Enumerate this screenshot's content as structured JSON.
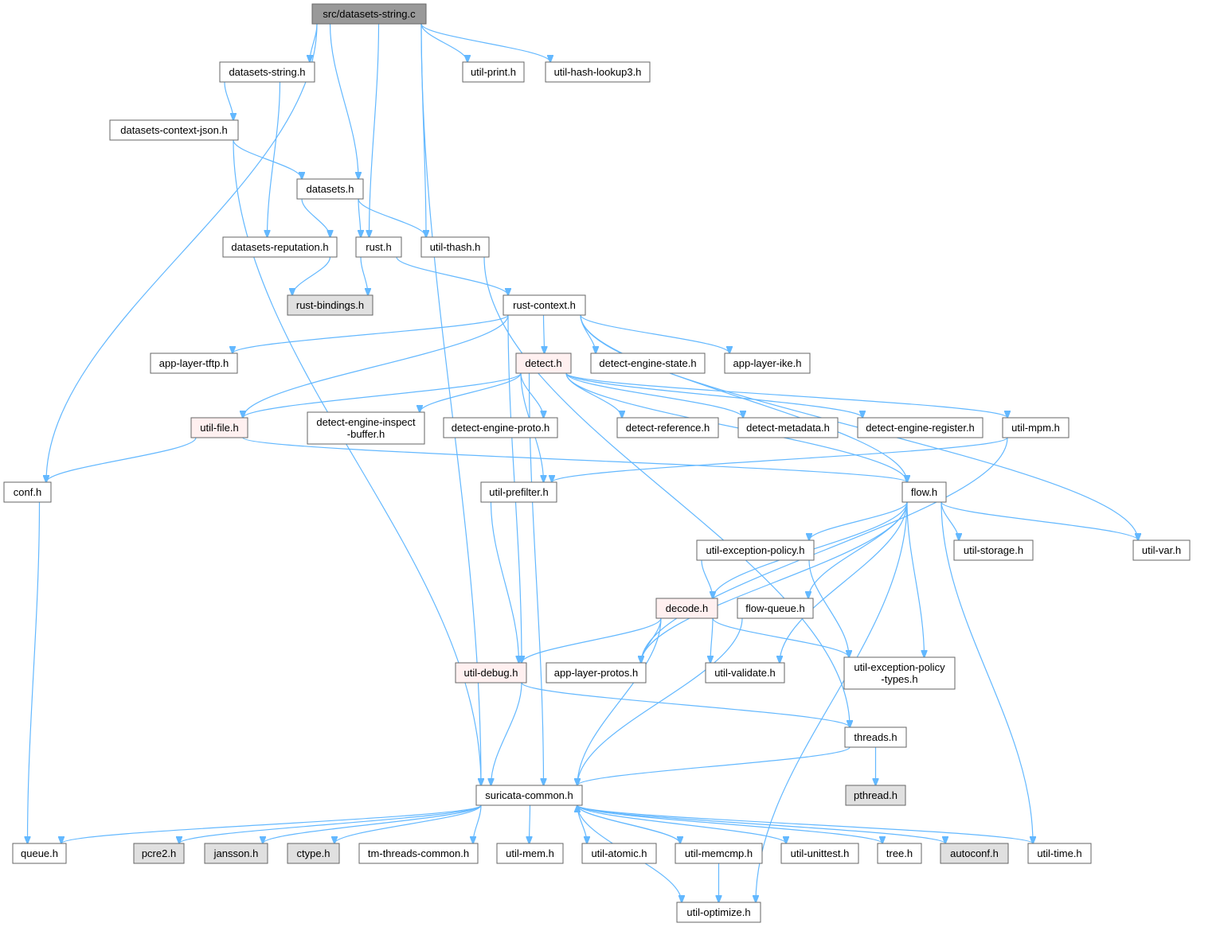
{
  "diagram": {
    "colors": {
      "edge": "#63b8ff",
      "node_fill": "#ffffff",
      "node_border": "#666666",
      "root_fill": "#999999",
      "external_fill": "#e0e0e0",
      "highlight_fill": "#fff0f0",
      "highlight_border": "#ff0000"
    },
    "nodes": [
      {
        "id": "root",
        "label": "src/datasets-string.c",
        "style": "root"
      },
      {
        "id": "dsh",
        "label": "datasets-string.h",
        "style": "normal"
      },
      {
        "id": "uprint",
        "label": "util-print.h",
        "style": "normal"
      },
      {
        "id": "uhash",
        "label": "util-hash-lookup3.h",
        "style": "normal"
      },
      {
        "id": "dcj",
        "label": "datasets-context-json.h",
        "style": "normal"
      },
      {
        "id": "ds",
        "label": "datasets.h",
        "style": "normal"
      },
      {
        "id": "drep",
        "label": "datasets-reputation.h",
        "style": "normal"
      },
      {
        "id": "rust",
        "label": "rust.h",
        "style": "normal"
      },
      {
        "id": "uthash",
        "label": "util-thash.h",
        "style": "normal"
      },
      {
        "id": "rb",
        "label": "rust-bindings.h",
        "style": "external"
      },
      {
        "id": "rc",
        "label": "rust-context.h",
        "style": "normal"
      },
      {
        "id": "tftp",
        "label": "app-layer-tftp.h",
        "style": "normal"
      },
      {
        "id": "detect",
        "label": "detect.h",
        "style": "highlight"
      },
      {
        "id": "des",
        "label": "detect-engine-state.h",
        "style": "normal"
      },
      {
        "id": "ike",
        "label": "app-layer-ike.h",
        "style": "normal"
      },
      {
        "id": "ufile",
        "label": "util-file.h",
        "style": "highlight"
      },
      {
        "id": "deib",
        "label": "detect-engine-inspect\n-buffer.h",
        "style": "normal"
      },
      {
        "id": "dep",
        "label": "detect-engine-proto.h",
        "style": "normal"
      },
      {
        "id": "dref",
        "label": "detect-reference.h",
        "style": "normal"
      },
      {
        "id": "dmeta",
        "label": "detect-metadata.h",
        "style": "normal"
      },
      {
        "id": "dreg",
        "label": "detect-engine-register.h",
        "style": "normal"
      },
      {
        "id": "umpm",
        "label": "util-mpm.h",
        "style": "normal"
      },
      {
        "id": "conf",
        "label": "conf.h",
        "style": "normal"
      },
      {
        "id": "upre",
        "label": "util-prefilter.h",
        "style": "normal"
      },
      {
        "id": "flow",
        "label": "flow.h",
        "style": "normal"
      },
      {
        "id": "uexp",
        "label": "util-exception-policy.h",
        "style": "normal"
      },
      {
        "id": "ustor",
        "label": "util-storage.h",
        "style": "normal"
      },
      {
        "id": "uvar",
        "label": "util-var.h",
        "style": "normal"
      },
      {
        "id": "decode",
        "label": "decode.h",
        "style": "highlight"
      },
      {
        "id": "fq",
        "label": "flow-queue.h",
        "style": "normal"
      },
      {
        "id": "udebug",
        "label": "util-debug.h",
        "style": "highlight"
      },
      {
        "id": "alp",
        "label": "app-layer-protos.h",
        "style": "normal"
      },
      {
        "id": "uval",
        "label": "util-validate.h",
        "style": "normal"
      },
      {
        "id": "uept",
        "label": "util-exception-policy\n-types.h",
        "style": "normal"
      },
      {
        "id": "threads",
        "label": "threads.h",
        "style": "normal"
      },
      {
        "id": "pthread",
        "label": "pthread.h",
        "style": "external"
      },
      {
        "id": "sc",
        "label": "suricata-common.h",
        "style": "normal"
      },
      {
        "id": "queue",
        "label": "queue.h",
        "style": "normal"
      },
      {
        "id": "pcre2",
        "label": "pcre2.h",
        "style": "external"
      },
      {
        "id": "jansson",
        "label": "jansson.h",
        "style": "external"
      },
      {
        "id": "ctype",
        "label": "ctype.h",
        "style": "external"
      },
      {
        "id": "tmtc",
        "label": "tm-threads-common.h",
        "style": "normal"
      },
      {
        "id": "umem",
        "label": "util-mem.h",
        "style": "normal"
      },
      {
        "id": "uatom",
        "label": "util-atomic.h",
        "style": "normal"
      },
      {
        "id": "umemcmp",
        "label": "util-memcmp.h",
        "style": "normal"
      },
      {
        "id": "uunit",
        "label": "util-unittest.h",
        "style": "normal"
      },
      {
        "id": "tree",
        "label": "tree.h",
        "style": "normal"
      },
      {
        "id": "autoconf",
        "label": "autoconf.h",
        "style": "external"
      },
      {
        "id": "utime",
        "label": "util-time.h",
        "style": "normal"
      },
      {
        "id": "uopt",
        "label": "util-optimize.h",
        "style": "normal"
      }
    ],
    "edges": [
      [
        "root",
        "dsh"
      ],
      [
        "root",
        "uprint"
      ],
      [
        "root",
        "uhash"
      ],
      [
        "root",
        "ds"
      ],
      [
        "root",
        "rust"
      ],
      [
        "root",
        "uthash"
      ],
      [
        "root",
        "conf"
      ],
      [
        "root",
        "sc"
      ],
      [
        "dsh",
        "dcj"
      ],
      [
        "dsh",
        "drep"
      ],
      [
        "dcj",
        "ds"
      ],
      [
        "dcj",
        "sc"
      ],
      [
        "ds",
        "drep"
      ],
      [
        "ds",
        "rust"
      ],
      [
        "ds",
        "uthash"
      ],
      [
        "drep",
        "rb"
      ],
      [
        "rust",
        "rb"
      ],
      [
        "rust",
        "rc"
      ],
      [
        "uthash",
        "threads"
      ],
      [
        "rc",
        "tftp"
      ],
      [
        "rc",
        "detect"
      ],
      [
        "rc",
        "des"
      ],
      [
        "rc",
        "ike"
      ],
      [
        "rc",
        "ufile"
      ],
      [
        "rc",
        "udebug"
      ],
      [
        "rc",
        "flow"
      ],
      [
        "rc",
        "uvar"
      ],
      [
        "detect",
        "ufile"
      ],
      [
        "detect",
        "deib"
      ],
      [
        "detect",
        "dep"
      ],
      [
        "detect",
        "dref"
      ],
      [
        "detect",
        "dmeta"
      ],
      [
        "detect",
        "dreg"
      ],
      [
        "detect",
        "umpm"
      ],
      [
        "detect",
        "upre"
      ],
      [
        "detect",
        "flow"
      ],
      [
        "detect",
        "sc"
      ],
      [
        "ufile",
        "conf"
      ],
      [
        "ufile",
        "flow"
      ],
      [
        "umpm",
        "upre"
      ],
      [
        "umpm",
        "alp"
      ],
      [
        "conf",
        "queue"
      ],
      [
        "upre",
        "udebug"
      ],
      [
        "flow",
        "uexp"
      ],
      [
        "flow",
        "ustor"
      ],
      [
        "flow",
        "uvar"
      ],
      [
        "flow",
        "decode"
      ],
      [
        "flow",
        "fq"
      ],
      [
        "flow",
        "uval"
      ],
      [
        "flow",
        "uept"
      ],
      [
        "flow",
        "utime"
      ],
      [
        "flow",
        "alp"
      ],
      [
        "flow",
        "uopt"
      ],
      [
        "uexp",
        "decode"
      ],
      [
        "uexp",
        "uept"
      ],
      [
        "decode",
        "udebug"
      ],
      [
        "decode",
        "alp"
      ],
      [
        "decode",
        "uval"
      ],
      [
        "decode",
        "uept"
      ],
      [
        "decode",
        "sc"
      ],
      [
        "fq",
        "sc"
      ],
      [
        "udebug",
        "threads"
      ],
      [
        "udebug",
        "sc"
      ],
      [
        "threads",
        "pthread"
      ],
      [
        "threads",
        "sc"
      ],
      [
        "sc",
        "queue"
      ],
      [
        "sc",
        "pcre2"
      ],
      [
        "sc",
        "jansson"
      ],
      [
        "sc",
        "ctype"
      ],
      [
        "sc",
        "tmtc"
      ],
      [
        "sc",
        "umem"
      ],
      [
        "sc",
        "uatom"
      ],
      [
        "sc",
        "umemcmp"
      ],
      [
        "sc",
        "uunit"
      ],
      [
        "sc",
        "tree"
      ],
      [
        "sc",
        "autoconf"
      ],
      [
        "sc",
        "utime"
      ],
      [
        "sc",
        "uopt"
      ],
      [
        "umemcmp",
        "sc"
      ],
      [
        "umemcmp",
        "uopt"
      ]
    ]
  }
}
